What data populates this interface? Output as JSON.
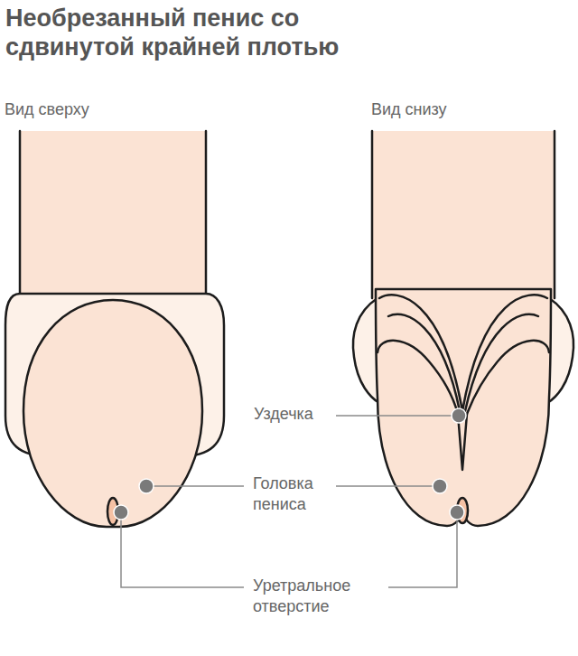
{
  "diagram": {
    "title": "Необрезанный пенис со сдвинутой крайней плотью",
    "labels": [
      "Вид сверху",
      "Вид снизу",
      "Уздечка",
      "Головка пениса",
      "Уретральное отверстие"
    ]
  }
}
